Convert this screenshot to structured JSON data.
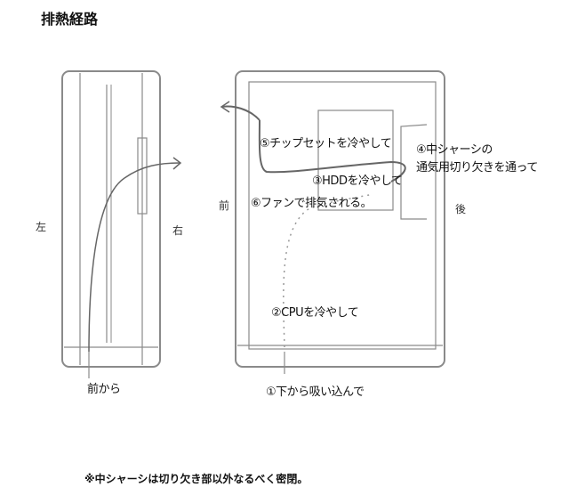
{
  "title": "排熱経路",
  "side_view": {
    "left": "左",
    "right": "右",
    "caption": "前から"
  },
  "top_view": {
    "front": "前",
    "back": "後"
  },
  "steps": [
    "①下から吸い込んで",
    "②CPUを冷やして",
    "③HDDを冷やして",
    "④中シャーシの",
    "通気用切り欠きを通って",
    "⑤チップセットを冷やして",
    "⑥ファンで排気される。"
  ],
  "note": "※中シャーシは切り欠き部以外なるべく密閉。",
  "colors": {
    "sketch": "#888888",
    "arrow": "#666666"
  }
}
